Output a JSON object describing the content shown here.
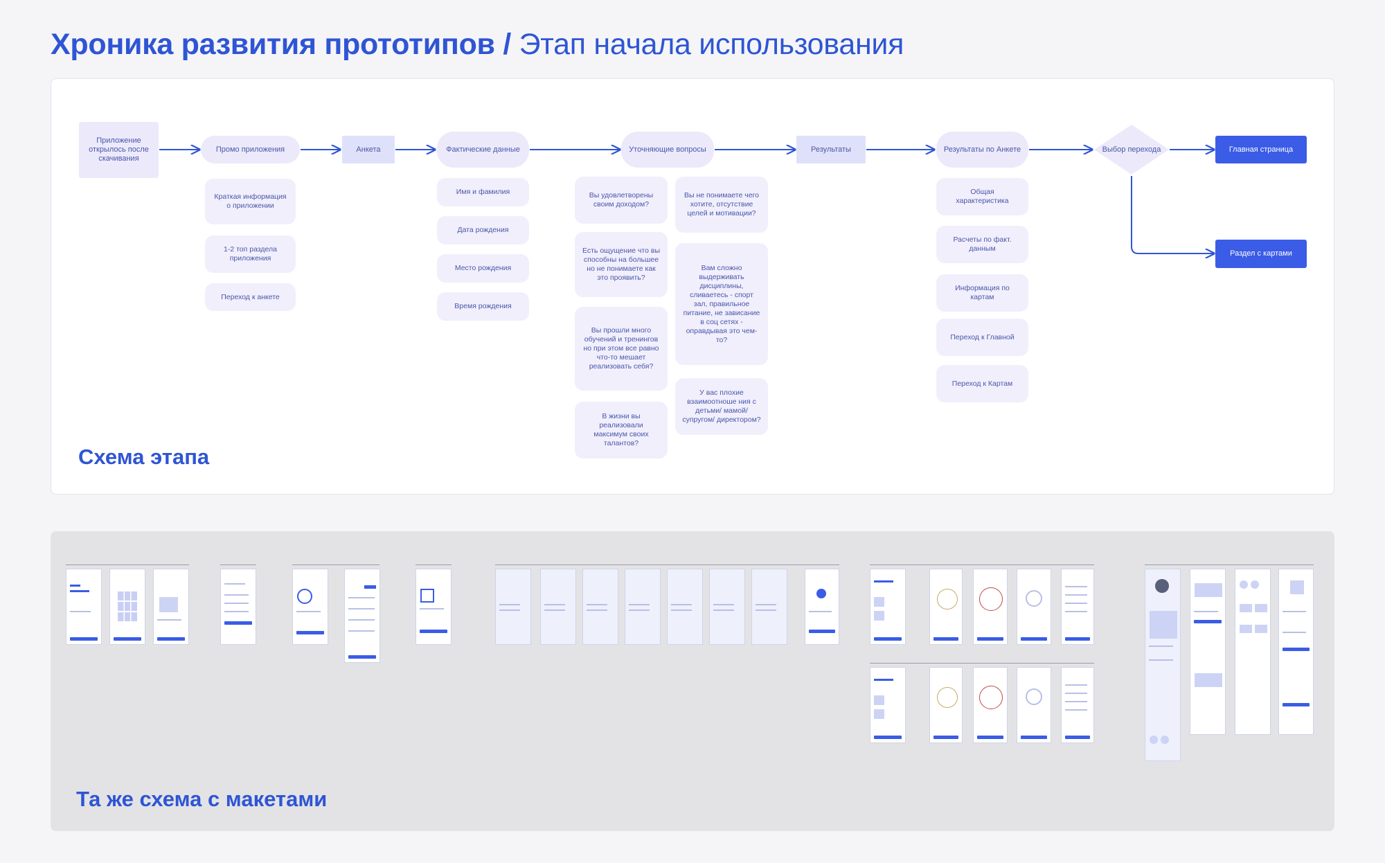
{
  "title": {
    "bold": "Хроника развития прототипов /",
    "light": "Этап начала использования"
  },
  "panel1": {
    "title": "Схема этапа"
  },
  "panel2": {
    "title": "Та же схема с макетами"
  },
  "flow": {
    "start": "Приложение открылось после скачивания",
    "promo": "Промо приложения",
    "anketa": "Анкета",
    "facts": "Фактические данные",
    "questions": "Уточняющие вопросы",
    "results": "Результаты",
    "results_by_anketa": "Результаты по Анкете",
    "choice": "Выбор перехода",
    "main_page": "Главная страница",
    "cards_section": "Раздел с картами"
  },
  "promo_items": [
    "Краткая информация о приложении",
    "1-2 топ раздела приложения",
    "Переход к анкете"
  ],
  "fact_items": [
    "Имя и фамилия",
    "Дата рождения",
    "Место рождения",
    "Время рождения"
  ],
  "questions_left": [
    "Вы удовлетворены своим доходом?",
    "Есть ощущение что вы способны на большее но не понимаете как это проявить?",
    "Вы прошли много обучений и тренингов но при этом все равно что-то мешает реализовать себя?",
    "В жизни вы реализовали максимум своих талантов?"
  ],
  "questions_right": [
    "Вы не понимаете чего хотите, отсутствие целей и мотивации?",
    "Вам сложно выдерживать дисциплины, сливаетесь - спорт зал, правильное питание, не зависание в соц сетях - оправдывая это чем-то?",
    "У вас плохие взаимоотноше ния с детьми/ мамой/супругом/ директором?"
  ],
  "result_items": [
    "Общая характеристика",
    "Расчеты по факт. данным",
    "Информация по картам",
    "Переход к Главной",
    "Переход к Картам"
  ],
  "colors": {
    "accent": "#2f55d4",
    "node": "#ece9fb",
    "cta": "#3a5ce6"
  }
}
